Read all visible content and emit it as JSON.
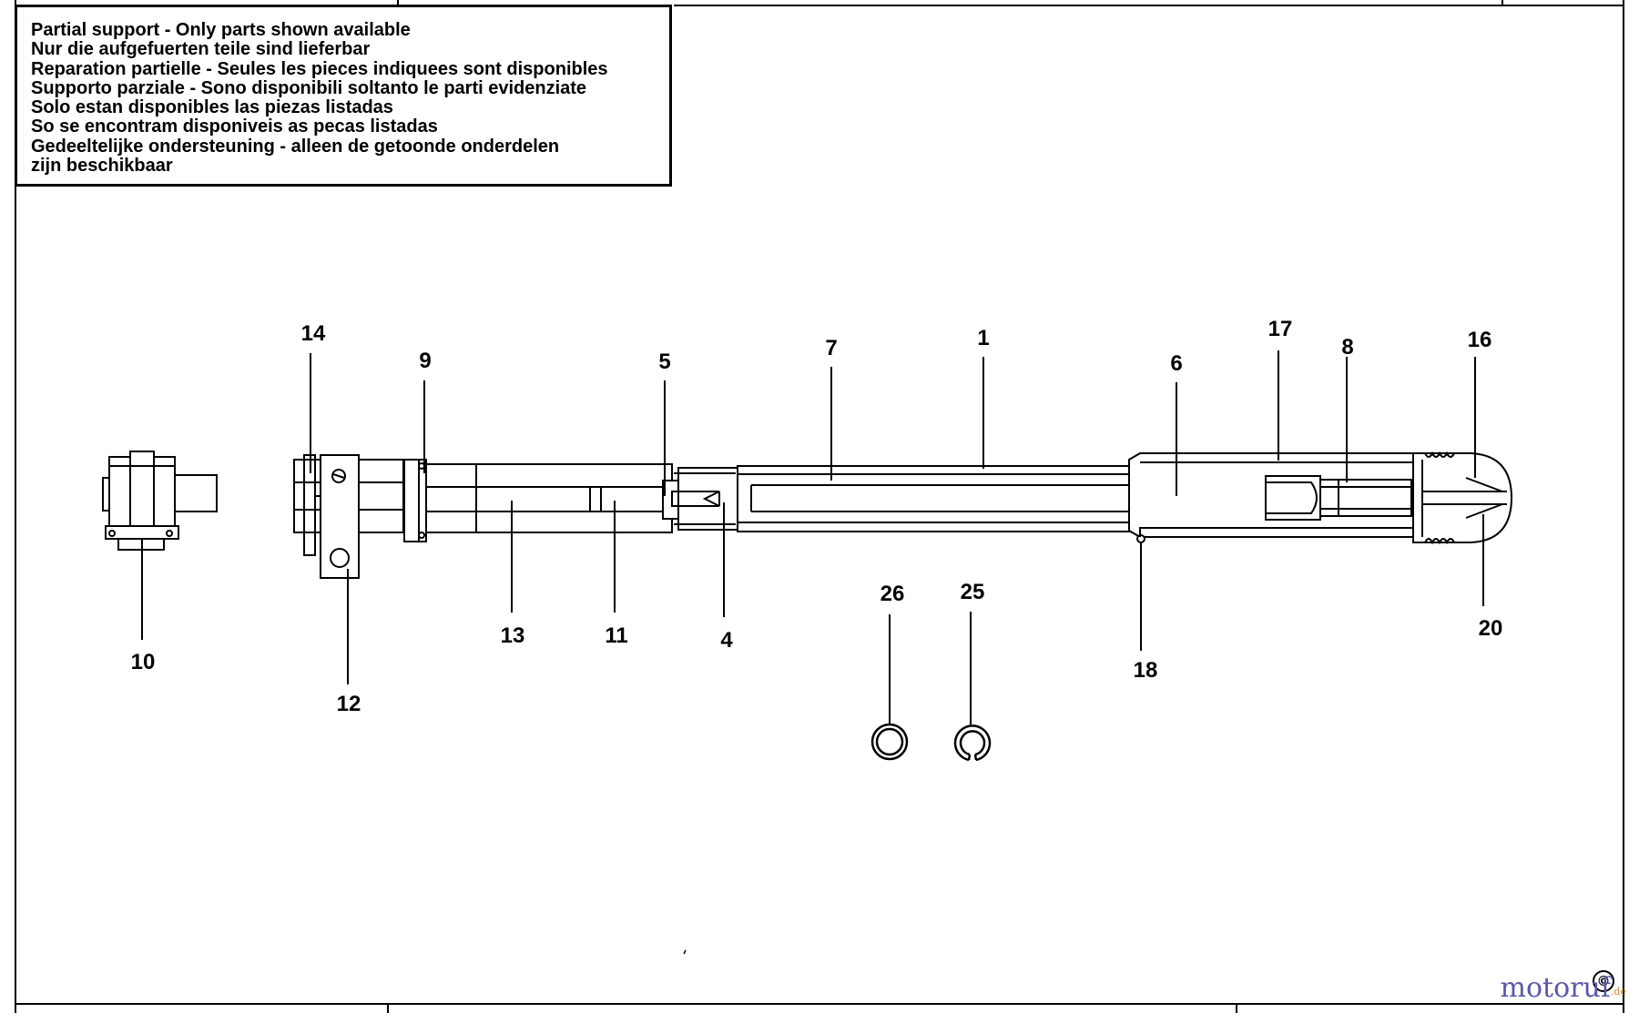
{
  "notice": {
    "lines": [
      "Partial support - Only parts shown available",
      "Nur die aufgefuerten teile sind lieferbar",
      "Reparation partielle - Seules les pieces indiquees sont disponibles",
      "Supporto parziale - Sono disponibili soltanto le parti evidenziate",
      "Solo estan disponibles las piezas listadas",
      "So se encontram disponiveis as pecas listadas",
      "Gedeeltelijke ondersteuning - alleen de getoonde onderdelen",
      "zijn beschikbaar"
    ]
  },
  "callouts": {
    "p1": "1",
    "p4": "4",
    "p5": "5",
    "p6": "6",
    "p7": "7",
    "p8": "8",
    "p9": "9",
    "p10": "10",
    "p11": "11",
    "p12": "12",
    "p13": "13",
    "p14": "14",
    "p16": "16",
    "p17": "17",
    "p18": "18",
    "p20": "20",
    "p25": "25",
    "p26": "26"
  },
  "watermark": {
    "brand": "motoruf",
    "tld": ".de"
  },
  "copyright_icon": "copyright-icon",
  "colors": {
    "line": "#000000",
    "background": "#ffffff",
    "brand": "#5a57a8",
    "brand_accent": "#c88a2a"
  }
}
